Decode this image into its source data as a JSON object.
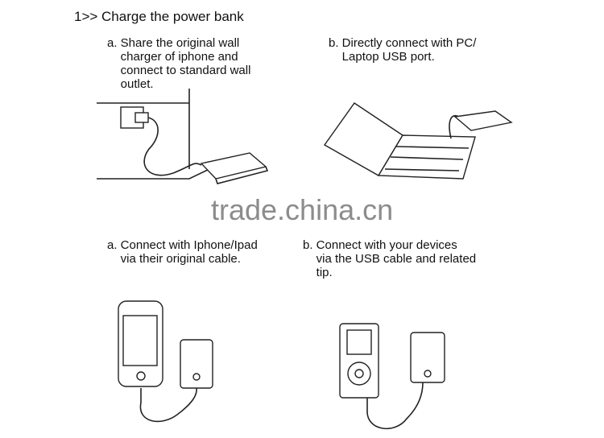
{
  "heading": "1>> Charge the power bank",
  "charge": {
    "a": "a. Share the original wall\n    charger of iphone and\n    connect to standard wall\n    outlet.",
    "b": "b. Directly connect with PC/\n    Laptop USB port."
  },
  "watermark": "trade.china.cn",
  "use": {
    "a": "a. Connect with Iphone/Ipad\n    via their original cable.",
    "b": "b. Connect with your devices\n    via the USB cable and related\n    tip."
  }
}
